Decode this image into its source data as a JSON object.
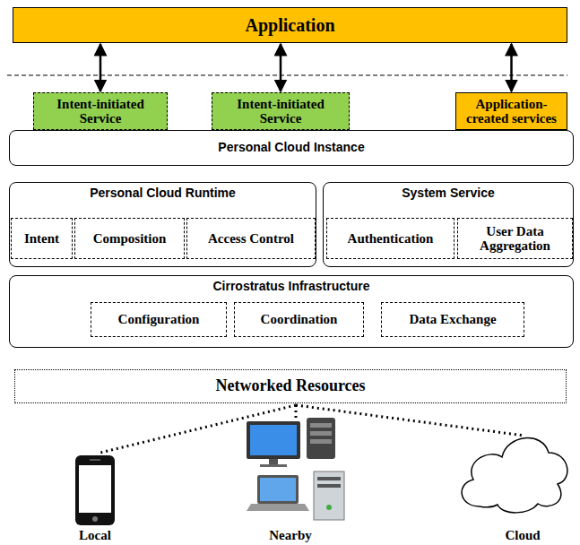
{
  "diagram": {
    "nodes": [
      {
        "text": [
          "Application"
        ]
      },
      {
        "text": [
          "Intent-initiated Service"
        ]
      },
      {
        "text": [
          "Intent-initiated Service"
        ]
      },
      {
        "text": [
          "Application-created services"
        ]
      },
      {
        "text": [
          "Personal Cloud Instance"
        ]
      },
      {
        "text": [
          "Personal Cloud Runtime"
        ]
      },
      {
        "text": [
          "Intent"
        ],
        "in": 5
      },
      {
        "text": [
          "Composition"
        ],
        "in": 5
      },
      {
        "text": [
          "Access Control"
        ],
        "in": 5
      },
      {
        "text": [
          "System Service"
        ]
      },
      {
        "text": [
          "Authentication"
        ],
        "in": 9
      },
      {
        "text": [
          "User Data Aggregation"
        ],
        "in": 9
      },
      {
        "text": [
          "Cirrostratus Infrastructure"
        ]
      },
      {
        "text": [
          "Configuration"
        ],
        "in": 12
      },
      {
        "text": [
          "Coordination"
        ],
        "in": 12
      },
      {
        "text": [
          "Data Exchange"
        ],
        "in": 12
      },
      {
        "text": [
          "Networked Resources"
        ]
      }
    ],
    "edges": [
      {
        "from": 0,
        "to": 1,
        "arrow": "both"
      },
      {
        "from": 0,
        "to": 2,
        "arrow": "both"
      },
      {
        "from": 0,
        "to": 3,
        "arrow": "both"
      }
    ],
    "labels": [
      "Local",
      "Nearby",
      "Cloud"
    ]
  }
}
